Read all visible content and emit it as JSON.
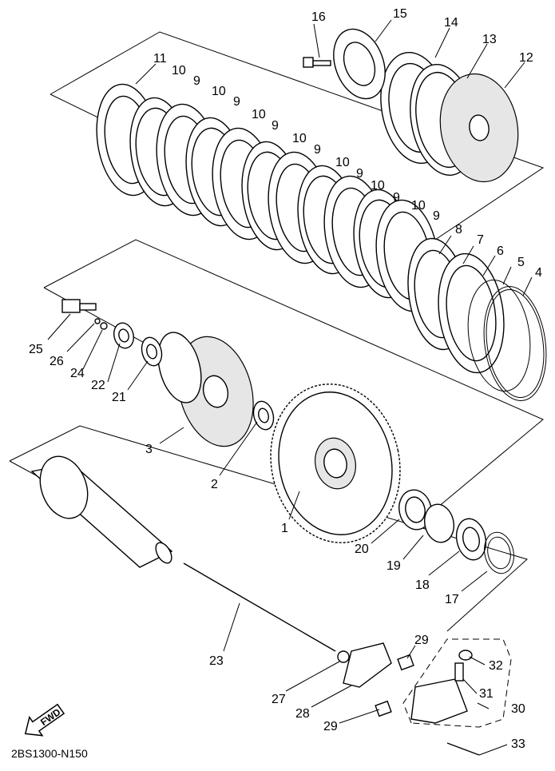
{
  "reference_code": "2BS1300-N150",
  "fwd_label": "FWD",
  "callouts": [
    "1",
    "2",
    "3",
    "4",
    "5",
    "6",
    "7",
    "8",
    "9",
    "10",
    "11",
    "12",
    "13",
    "14",
    "15",
    "16",
    "17",
    "18",
    "19",
    "20",
    "21",
    "22",
    "23",
    "24",
    "25",
    "26",
    "27",
    "28",
    "29",
    "30",
    "31",
    "32",
    "33"
  ],
  "icons": {
    "forward_arrow": "fwd-arrow-icon"
  }
}
